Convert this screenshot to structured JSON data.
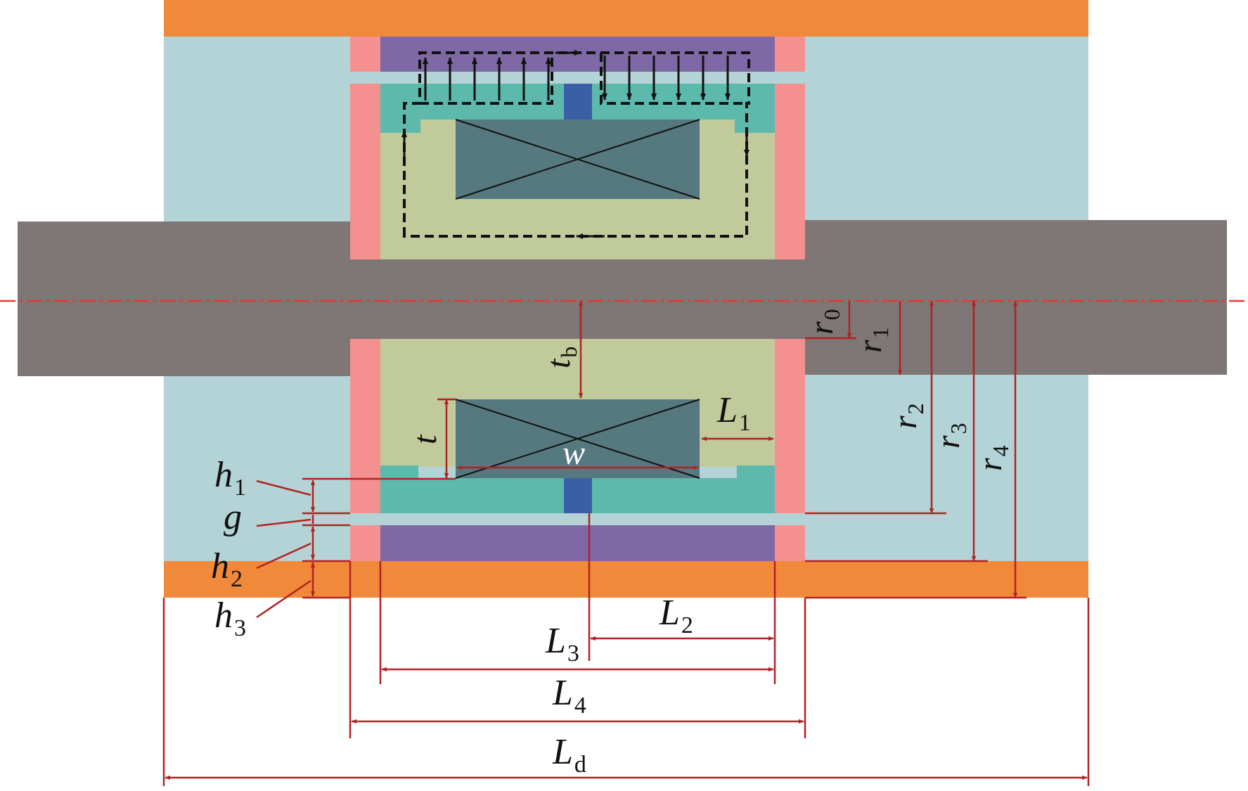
{
  "colors": {
    "housing": "#F08A3A",
    "background": "#B3D3D6",
    "end_plate": "#F4908F",
    "outer_tube": "#7E68A5",
    "teal_core": "#5DB9AC",
    "inner_core": "#C1CA9B",
    "coil": "#55797F",
    "shaft": "#7F7676",
    "gap_spacer": "#3B5FA4",
    "dimension": "#B22222",
    "axis": "#E53935",
    "flux_path": "#111111"
  },
  "icons": {
    "coil": "crossed-rectangle",
    "flux": "dashed-arrow-loop"
  },
  "labels": {
    "r0": {
      "base": "r",
      "sub": "0"
    },
    "r1": {
      "base": "r",
      "sub": "1"
    },
    "r2": {
      "base": "r",
      "sub": "2"
    },
    "r3": {
      "base": "r",
      "sub": "3"
    },
    "r4": {
      "base": "r",
      "sub": "4"
    },
    "tb": {
      "base": "t",
      "sub": "b"
    },
    "t": {
      "base": "t"
    },
    "w": {
      "base": "w"
    },
    "L1": {
      "base": "L",
      "sub": "1"
    },
    "L2": {
      "base": "L",
      "sub": "2"
    },
    "L3": {
      "base": "L",
      "sub": "3"
    },
    "L4": {
      "base": "L",
      "sub": "4"
    },
    "Ld": {
      "base": "L",
      "sub": "d"
    },
    "h1": {
      "base": "h",
      "sub": "1"
    },
    "g": {
      "base": "g"
    },
    "h2": {
      "base": "h",
      "sub": "2"
    },
    "h3": {
      "base": "h",
      "sub": "3"
    }
  }
}
